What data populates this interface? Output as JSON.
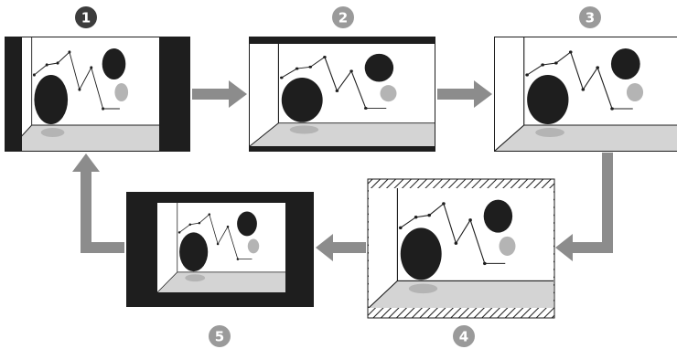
{
  "title": "",
  "badges": [
    {
      "id": "1",
      "label": "1",
      "color": "#3c3c3c"
    },
    {
      "id": "2",
      "label": "2",
      "color": "#9a9a9a"
    },
    {
      "id": "3",
      "label": "3",
      "color": "#9a9a9a"
    },
    {
      "id": "4",
      "label": "4",
      "color": "#9a9a9a"
    },
    {
      "id": "5",
      "label": "5",
      "color": "#9a9a9a"
    }
  ],
  "panels": [
    {
      "id": "1",
      "mode": "side-black-bars"
    },
    {
      "id": "2",
      "mode": "top-bottom-black-bars"
    },
    {
      "id": "3",
      "mode": "full"
    },
    {
      "id": "4",
      "mode": "hatched-top-bottom"
    },
    {
      "id": "5",
      "mode": "black-border-reduced"
    }
  ],
  "colors": {
    "arrow": "#8c8c8c",
    "black": "#1e1e1e",
    "floor": "#d4d4d4",
    "shadow": "#b4b4b4",
    "light_ball": "#b4b4b4"
  }
}
